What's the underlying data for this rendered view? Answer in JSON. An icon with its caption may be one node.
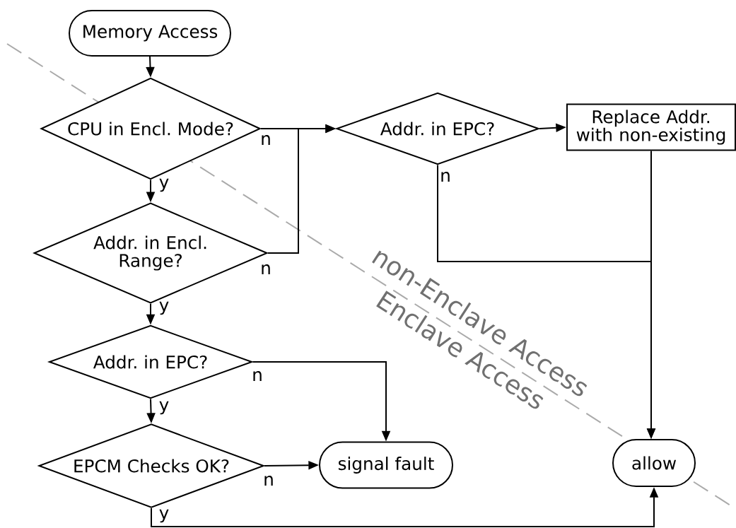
{
  "diagram": {
    "nodes": [
      {
        "text": [
          "Memory Access"
        ]
      },
      {
        "text": [
          "CPU in Encl. Mode?"
        ]
      },
      {
        "text": [
          "Addr. in Encl. Range?"
        ]
      },
      {
        "text": [
          "Addr. in EPC?"
        ]
      },
      {
        "text": [
          "EPCM Checks OK?"
        ]
      },
      {
        "text": [
          "signal fault"
        ]
      },
      {
        "text": [
          "Addr. in EPC?"
        ]
      },
      {
        "text": [
          "Replace Addr. with non-existing"
        ]
      },
      {
        "text": [
          "allow"
        ]
      }
    ],
    "edges": [
      {
        "from": 0,
        "to": 1,
        "arrow": "to"
      },
      {
        "from": 1,
        "to": 2,
        "arrow": "to",
        "label": "y"
      },
      {
        "from": 1,
        "to": 6,
        "arrow": "to",
        "label": "n"
      },
      {
        "from": 2,
        "to": 6,
        "arrow": "to",
        "label": "n"
      },
      {
        "from": 2,
        "to": 3,
        "arrow": "to",
        "label": "y"
      },
      {
        "from": 3,
        "to": 5,
        "arrow": "to",
        "label": "n"
      },
      {
        "from": 3,
        "to": 4,
        "arrow": "to",
        "label": "y"
      },
      {
        "from": 4,
        "to": 5,
        "arrow": "to",
        "label": "n"
      },
      {
        "from": 4,
        "to": 8,
        "arrow": "to",
        "label": "y"
      },
      {
        "from": 6,
        "to": 7,
        "arrow": "to"
      },
      {
        "from": 6,
        "to": 8,
        "arrow": "to",
        "label": "n"
      },
      {
        "from": 7,
        "to": 8,
        "arrow": "to"
      }
    ],
    "labels": [
      "non-Enclave Access",
      "Enclave Access"
    ]
  }
}
